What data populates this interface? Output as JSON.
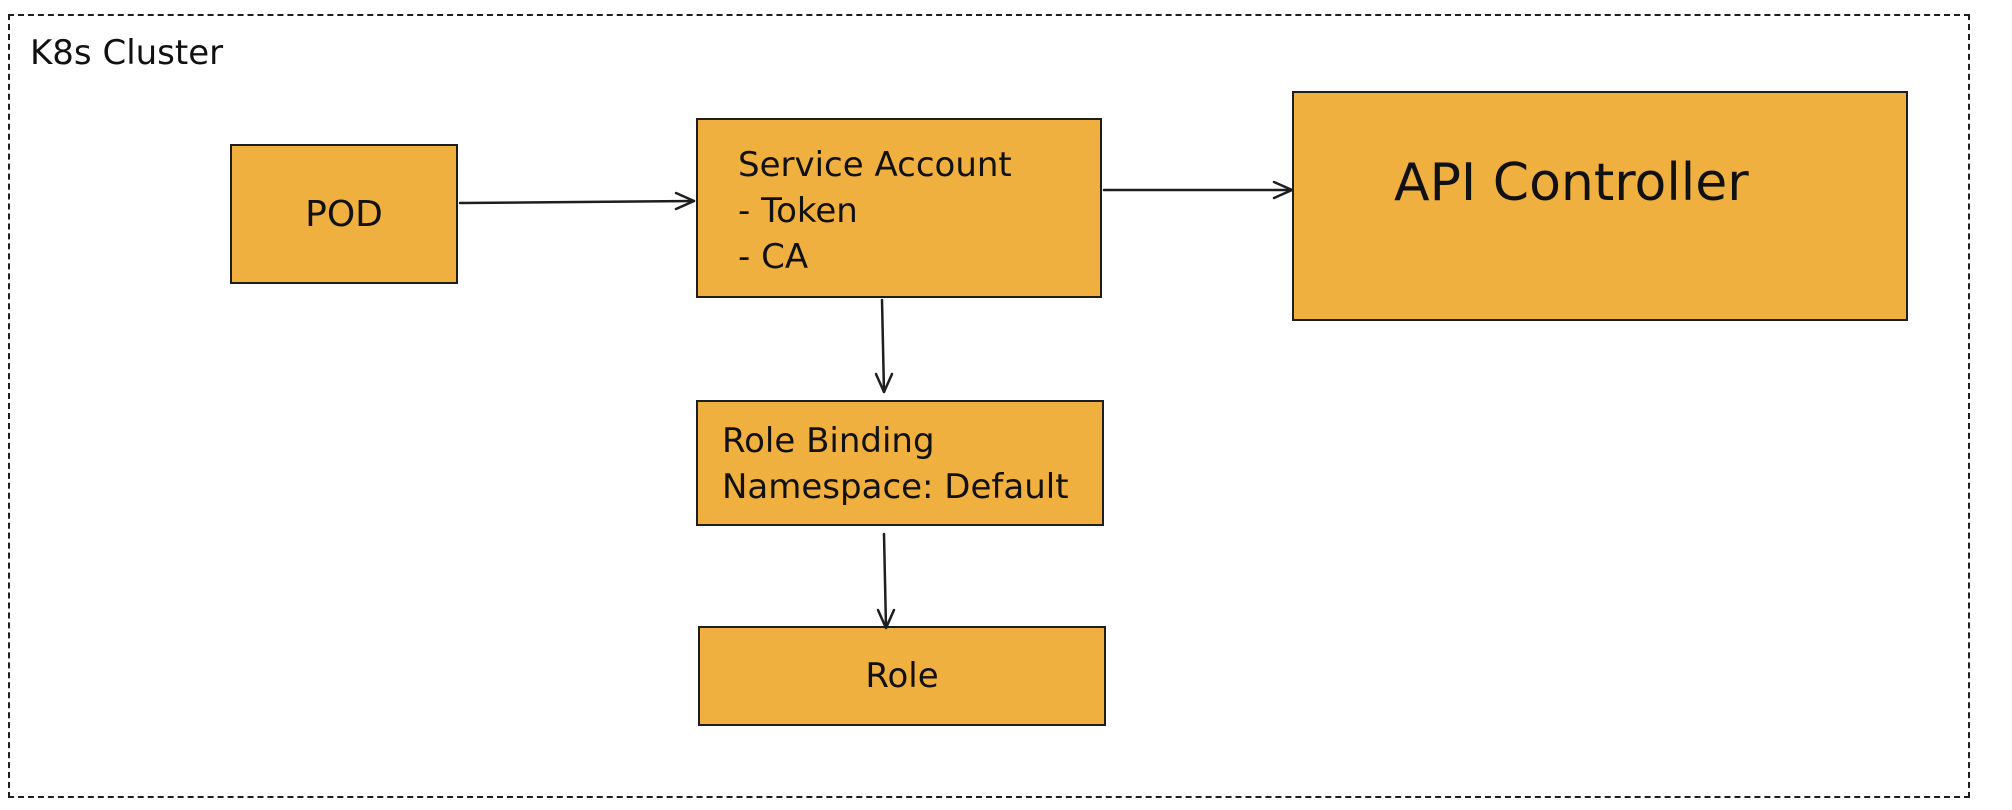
{
  "cluster": {
    "label": "K8s Cluster"
  },
  "nodes": {
    "pod": {
      "label": "POD"
    },
    "service_account": {
      "title": "Service Account",
      "items": [
        "- Token",
        "- CA"
      ]
    },
    "api_controller": {
      "label": "API Controller"
    },
    "role_binding": {
      "title": "Role Binding",
      "namespace_line": "Namespace: Default"
    },
    "role": {
      "label": "Role"
    }
  },
  "colors": {
    "box_fill": "#efb03f",
    "stroke": "#1e1e1e",
    "background": "#ffffff"
  }
}
